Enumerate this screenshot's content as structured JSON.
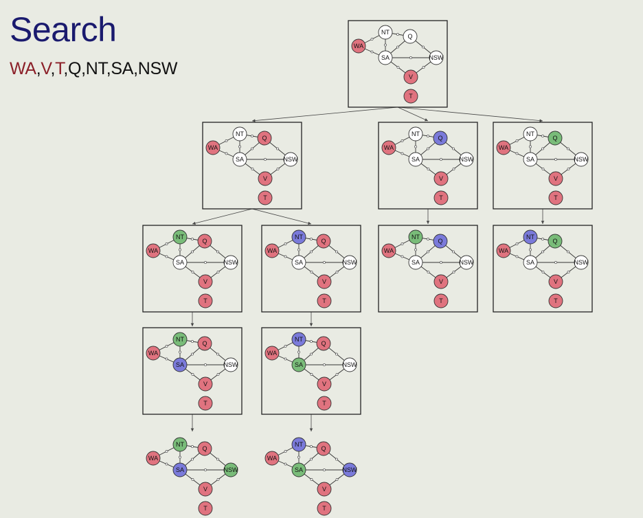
{
  "slide": {
    "title": "Search",
    "order": [
      {
        "text": "WA",
        "assigned": true
      },
      {
        "text": ",",
        "assigned": false
      },
      {
        "text": "V",
        "assigned": true
      },
      {
        "text": ",",
        "assigned": false
      },
      {
        "text": "T",
        "assigned": true
      },
      {
        "text": ",Q,NT,SA,NSW",
        "assigned": false
      }
    ]
  },
  "colors": {
    "red": "#e0737f",
    "green": "#79bc79",
    "blue": "#7a7ada",
    "unassigned": "#ffffff",
    "background": "#e9ebe3",
    "title": "#1a1a6e",
    "assigned_text": "#8b1f28"
  },
  "graph": {
    "variables": [
      "WA",
      "NT",
      "Q",
      "SA",
      "NSW",
      "V",
      "T"
    ],
    "constraints": [
      [
        "WA",
        "NT"
      ],
      [
        "WA",
        "SA"
      ],
      [
        "NT",
        "Q"
      ],
      [
        "NT",
        "SA"
      ],
      [
        "SA",
        "Q"
      ],
      [
        "SA",
        "NSW"
      ],
      [
        "Q",
        "NSW"
      ],
      [
        "SA",
        "V"
      ],
      [
        "NSW",
        "V"
      ]
    ]
  },
  "states": [
    {
      "id": "root",
      "parent": null,
      "boxed": true,
      "assignment": {
        "WA": "red",
        "V": "red",
        "T": "red"
      }
    },
    {
      "id": "q-red",
      "parent": "root",
      "boxed": true,
      "assignment": {
        "WA": "red",
        "V": "red",
        "T": "red",
        "Q": "red"
      }
    },
    {
      "id": "q-blue",
      "parent": "root",
      "boxed": true,
      "assignment": {
        "WA": "red",
        "V": "red",
        "T": "red",
        "Q": "blue"
      }
    },
    {
      "id": "q-green",
      "parent": "root",
      "boxed": true,
      "assignment": {
        "WA": "red",
        "V": "red",
        "T": "red",
        "Q": "green"
      }
    },
    {
      "id": "qr-nt-green",
      "parent": "q-red",
      "boxed": true,
      "assignment": {
        "WA": "red",
        "V": "red",
        "T": "red",
        "Q": "red",
        "NT": "green"
      }
    },
    {
      "id": "qr-nt-blue",
      "parent": "q-red",
      "boxed": true,
      "assignment": {
        "WA": "red",
        "V": "red",
        "T": "red",
        "Q": "red",
        "NT": "blue"
      }
    },
    {
      "id": "qb-nt-green",
      "parent": "q-blue",
      "boxed": true,
      "assignment": {
        "WA": "red",
        "V": "red",
        "T": "red",
        "Q": "blue",
        "NT": "green"
      }
    },
    {
      "id": "qg-nt-blue",
      "parent": "q-green",
      "boxed": true,
      "assignment": {
        "WA": "red",
        "V": "red",
        "T": "red",
        "Q": "green",
        "NT": "blue"
      }
    },
    {
      "id": "qr-ntg-sa-blue",
      "parent": "qr-nt-green",
      "boxed": true,
      "assignment": {
        "WA": "red",
        "V": "red",
        "T": "red",
        "Q": "red",
        "NT": "green",
        "SA": "blue"
      }
    },
    {
      "id": "qr-ntb-sa-green",
      "parent": "qr-nt-blue",
      "boxed": true,
      "assignment": {
        "WA": "red",
        "V": "red",
        "T": "red",
        "Q": "red",
        "NT": "blue",
        "SA": "green"
      }
    },
    {
      "id": "solution-1",
      "parent": "qr-ntg-sa-blue",
      "boxed": false,
      "assignment": {
        "WA": "red",
        "V": "red",
        "T": "red",
        "Q": "red",
        "NT": "green",
        "SA": "blue",
        "NSW": "green"
      }
    },
    {
      "id": "solution-2",
      "parent": "qr-ntb-sa-green",
      "boxed": false,
      "assignment": {
        "WA": "red",
        "V": "red",
        "T": "red",
        "Q": "red",
        "NT": "blue",
        "SA": "green",
        "NSW": "blue"
      }
    }
  ]
}
